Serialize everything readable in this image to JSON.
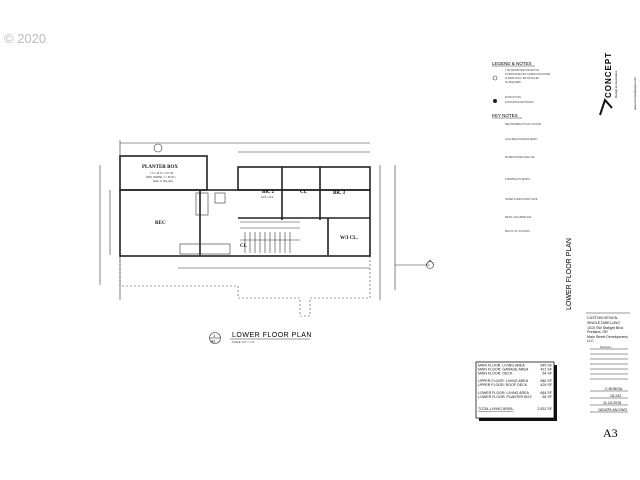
{
  "watermark": "© 2020",
  "plan": {
    "rooms": {
      "planter_box": "PLANTER BOX",
      "planter_sub1": "7.6 x 16.0 = 1.07 SF",
      "planter_sub2": "(MIN. 3000SF, 1 = 36 IN.)",
      "planter_sub3": "Refer to Site plan",
      "rec": "REC",
      "br2": "BR. 2",
      "br2_size": "10'0 x 11'4",
      "cl": "CL",
      "br3": "BR. 3",
      "wi_cl": "W/I CL.",
      "cl2": "CL"
    },
    "title": "LOWER FLOOR PLAN",
    "scale": "SCALE: 1/4\" = 1'-0\"",
    "callout_number": "1",
    "callout_sheet": "A3"
  },
  "legend": {
    "title": "LEGEND & NOTES",
    "notes": [
      "1 HR SMOKE/HEAT DETECTOR",
      "INTERCONNECTED CARBON MONOXIDE",
      "ALARMS SHALL BE INSTALLED",
      "AS REQUIRED",
      "EXHAUST FAN",
      "ASSOCIATED BATHROOM"
    ],
    "key_title": "KEY NOTES",
    "key_notes": [
      "NEW DIFFERENT HVAC SYSTEM",
      "GAS FIRED FURNACE READY",
      "WATER HEATER SHALL BE",
      "STRAPPED TO RESIST",
      "UNDER STAIRS FINISH CODE",
      "METAL GAS FIREPLACE",
      "BAR OF 42\" OF FINISH"
    ]
  },
  "area_table": {
    "rows": [
      {
        "label": "MAIN FLOOR: LIVING AREA",
        "value": "945 SF"
      },
      {
        "label": "MAIN FLOOR: GARAGE AREA",
        "value": "421 SF"
      },
      {
        "label": "MAIN FLOOR: DECK",
        "value": "54 SF"
      },
      {
        "label": "UPPER FLOOR: LIVING AREA",
        "value": "980 SF"
      },
      {
        "label": "UPPER FLOOR: ROOF DECK",
        "value": "429 SF"
      },
      {
        "label": "LOWER FLOOR: LIVING AREA",
        "value": "664 SF"
      },
      {
        "label": "LOWER FLOOR: PLANTER BOX",
        "value": "56 SF"
      }
    ],
    "total_label": "TOTAL LIVING AREA:",
    "total_value": "2,832 SF"
  },
  "title_block": {
    "sheet_title": "LOWER FLOOR PLAN",
    "design": "CUSTOM DESIGN",
    "type": "SINGLE DWELLING",
    "address1": "1010 SW Stafight Blvd",
    "address2": "Portland, OR",
    "owner": "Main Street Development,",
    "owner2": "LLC",
    "revisions": "Revisions",
    "drawn_by": "C.BON/SA.",
    "project_no": "18-242",
    "date": "11-16-2018",
    "file": "18242PLAN.DWG",
    "sheet": "A3"
  },
  "logo": {
    "name": "CONCEPT",
    "sub": "Design & Associates",
    "web": "www.conceptdesign.com"
  }
}
